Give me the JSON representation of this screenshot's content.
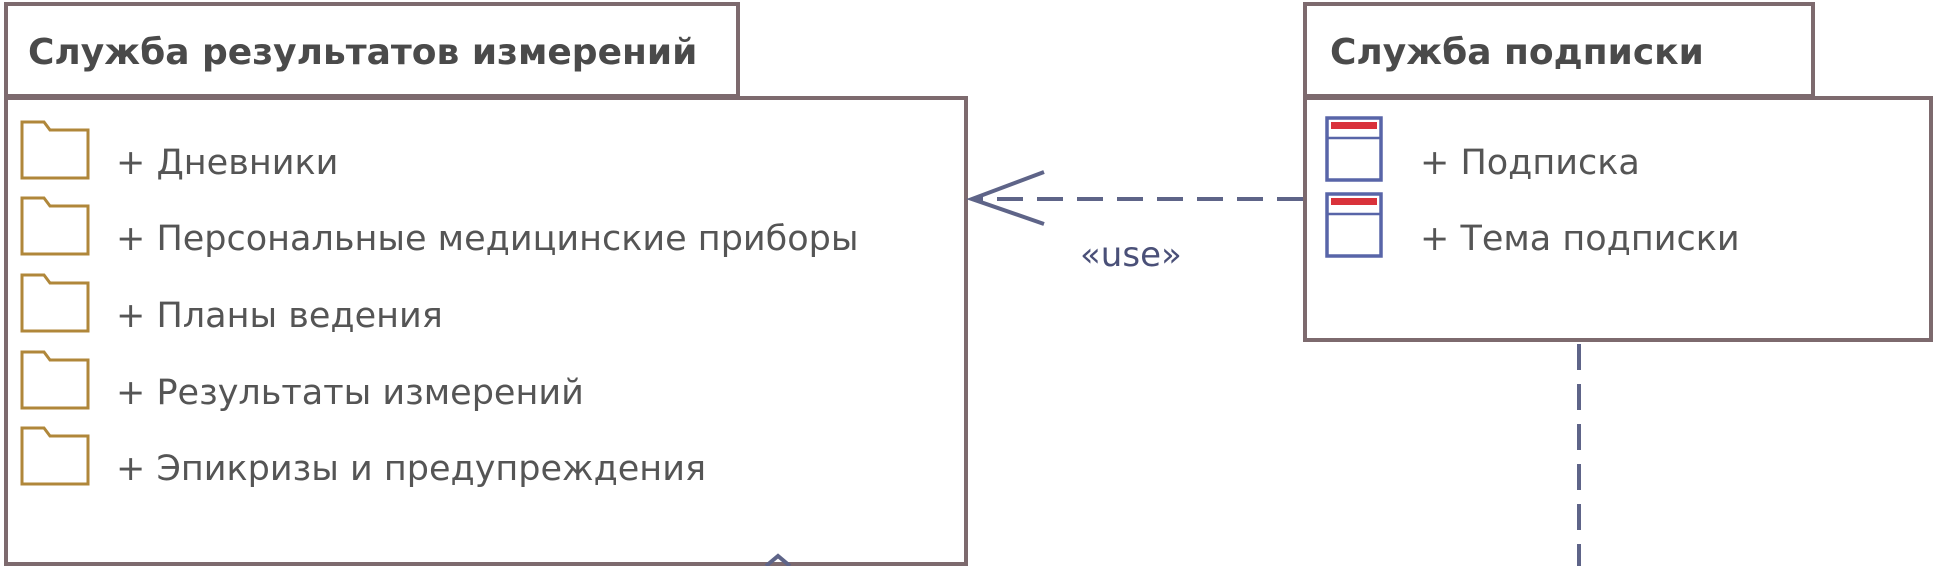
{
  "packages": {
    "measurement_service": {
      "title": "Служба результатов измерений",
      "items": [
        "+ Дневники",
        "+ Персональные медицинские приборы",
        "+ Планы ведения",
        "+ Результаты измерений",
        "+ Эпикризы и предупреждения"
      ],
      "item_icon": "folder-icon"
    },
    "subscription_service": {
      "title": "Служба подписки",
      "items": [
        "+ Подписка",
        "+ Тема подписки"
      ],
      "item_icon": "class-icon"
    }
  },
  "dependency": {
    "label": "«use»"
  },
  "colors": {
    "frame": "#7d6a6e",
    "folder": "#b0873a",
    "class_border": "#5865a8",
    "class_header": "#d9323b",
    "connector": "#5e6488"
  }
}
